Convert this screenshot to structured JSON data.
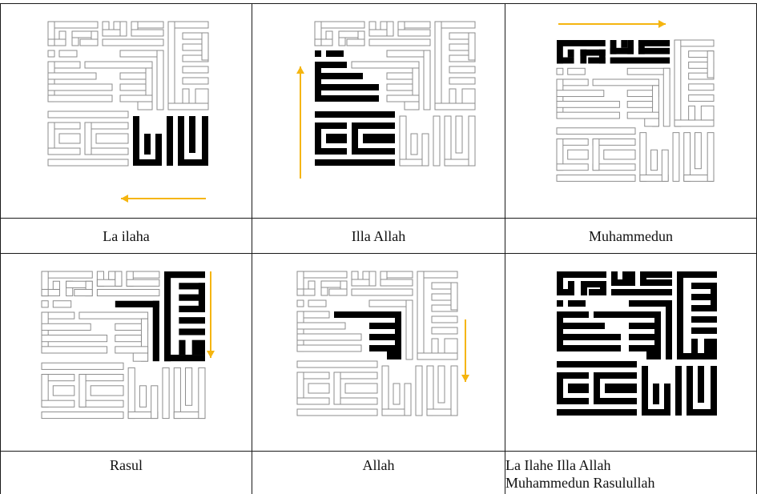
{
  "panels": [
    {
      "caption": "La ilaha",
      "highlight": "la-ilaha",
      "arrow": "left"
    },
    {
      "caption": "Illa Allah",
      "highlight": "illa-allah",
      "arrow": "up"
    },
    {
      "caption": "Muhammedun",
      "highlight": "muhammedun",
      "arrow": "right"
    },
    {
      "caption": "Rasul",
      "highlight": "rasul",
      "arrow": "down"
    },
    {
      "caption": "Allah",
      "highlight": "allah",
      "arrow": "down"
    },
    {
      "caption_lines": [
        "La Ilahe Illa Allah",
        "Muhammedun Rasulullah"
      ],
      "highlight": "all",
      "arrow": "none"
    }
  ],
  "colors": {
    "arrow": "#f5b50f",
    "ink": "#000000",
    "outline": "#8a8a8a"
  }
}
